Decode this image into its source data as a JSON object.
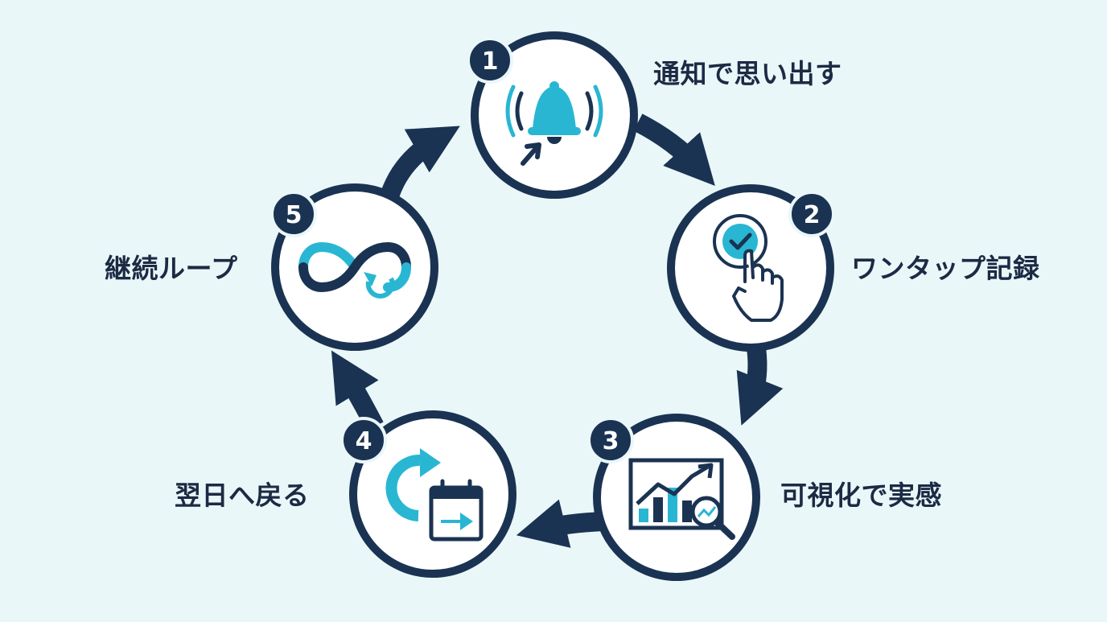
{
  "colors": {
    "navy": "#1b3352",
    "accent": "#29b6d3",
    "background": "#eaf7f9",
    "circle_fill": "#ffffff"
  },
  "steps": [
    {
      "number": "1",
      "label": "通知で思い出す",
      "icon": "bell-icon"
    },
    {
      "number": "2",
      "label": "ワンタップ記録",
      "icon": "tap-check-icon"
    },
    {
      "number": "3",
      "label": "可視化で実感",
      "icon": "chart-magnifier-icon"
    },
    {
      "number": "4",
      "label": "翌日へ戻る",
      "icon": "next-day-calendar-icon"
    },
    {
      "number": "5",
      "label": "継続ループ",
      "icon": "infinity-loop-icon"
    }
  ]
}
